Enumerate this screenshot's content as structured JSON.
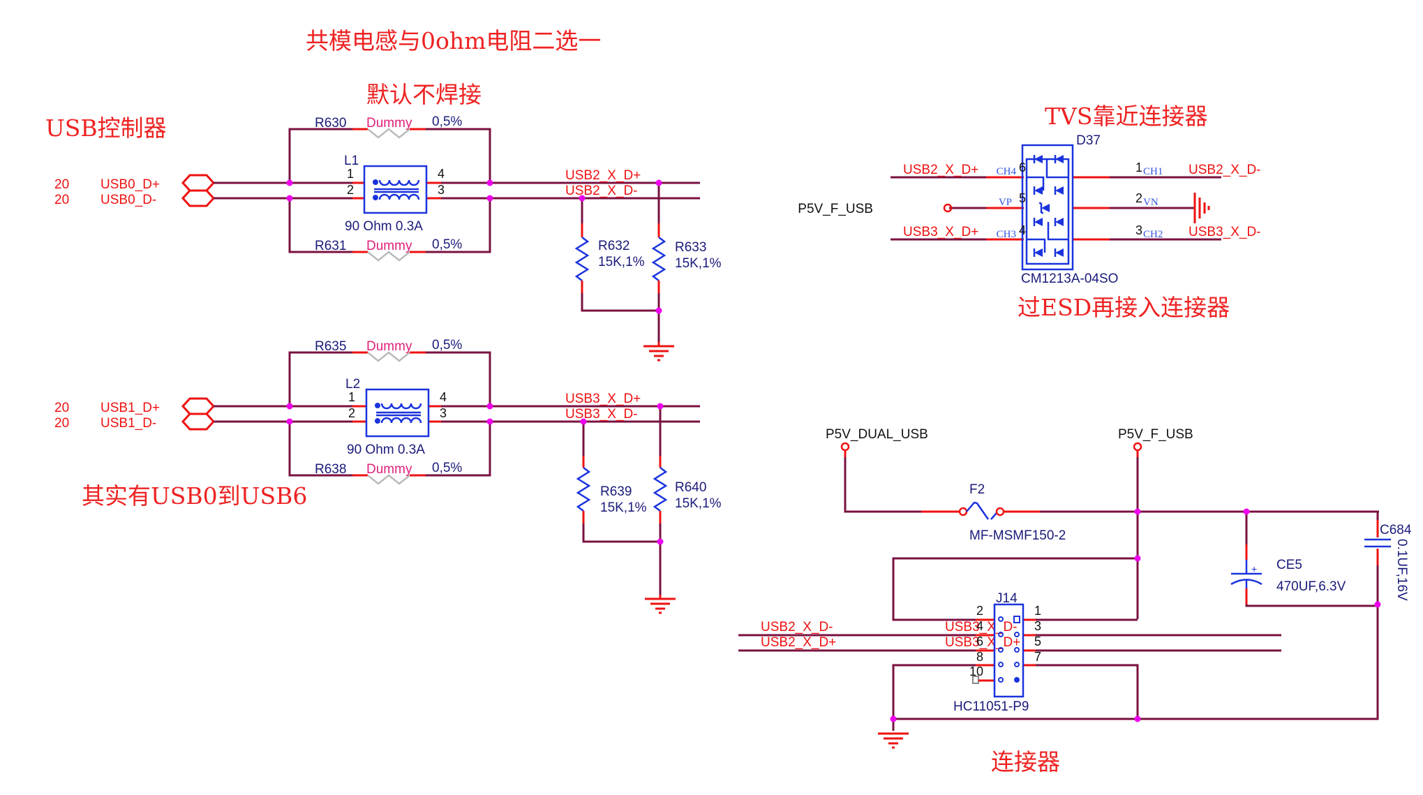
{
  "notes": {
    "cmc_or_0ohm": "共模电感与0ohm电阻二选一",
    "default_not_soldered": "默认不焊接",
    "usb_controller": "USB控制器",
    "actually_usb0_to_usb6": "其实有USB0到USB6",
    "tvs_near_connector": "TVS靠近连接器",
    "esd_before_connector": "过ESD再接入连接器",
    "connector": "连接器"
  },
  "channel0": {
    "ports": [
      {
        "sheet": "20",
        "net": "USB0_D+"
      },
      {
        "sheet": "20",
        "net": "USB0_D-"
      }
    ],
    "choke": {
      "ref": "L1",
      "value": "90 Ohm 0.3A",
      "pins": [
        "1",
        "2",
        "3",
        "4"
      ]
    },
    "bypass_top": {
      "ref": "R630",
      "value": "Dummy",
      "tol": "0,5%"
    },
    "bypass_bottom": {
      "ref": "R631",
      "value": "Dummy",
      "tol": "0,5%"
    },
    "out_nets": [
      "USB2_X_D+",
      "USB2_X_D-"
    ],
    "pulldowns": [
      {
        "ref": "R632",
        "value": "15K,1%"
      },
      {
        "ref": "R633",
        "value": "15K,1%"
      }
    ]
  },
  "channel1": {
    "ports": [
      {
        "sheet": "20",
        "net": "USB1_D+"
      },
      {
        "sheet": "20",
        "net": "USB1_D-"
      }
    ],
    "choke": {
      "ref": "L2",
      "value": "90 Ohm 0.3A",
      "pins": [
        "1",
        "2",
        "3",
        "4"
      ]
    },
    "bypass_top": {
      "ref": "R635",
      "value": "Dummy",
      "tol": "0,5%"
    },
    "bypass_bottom": {
      "ref": "R638",
      "value": "Dummy",
      "tol": "0,5%"
    },
    "out_nets": [
      "USB3_X_D+",
      "USB3_X_D-"
    ],
    "pulldowns": [
      {
        "ref": "R639",
        "value": "15K,1%"
      },
      {
        "ref": "R640",
        "value": "15K,1%"
      }
    ]
  },
  "tvs": {
    "ref": "D37",
    "part": "CM1213A-04SO",
    "left": [
      {
        "pin": "6",
        "name": "CH4",
        "net": "USB2_X_D+"
      },
      {
        "pin": "5",
        "name": "VP",
        "net": "P5V_F_USB"
      },
      {
        "pin": "4",
        "name": "CH3",
        "net": "USB3_X_D+"
      }
    ],
    "right": [
      {
        "pin": "1",
        "name": "CH1",
        "net": "USB2_X_D-"
      },
      {
        "pin": "2",
        "name": "VN",
        "net": "GND"
      },
      {
        "pin": "3",
        "name": "CH2",
        "net": "USB3_X_D-"
      }
    ]
  },
  "power": {
    "in_net": "P5V_DUAL_USB",
    "out_net": "P5V_F_USB",
    "fuse": {
      "ref": "F2",
      "part": "MF-MSMF150-2"
    },
    "bulk_cap": {
      "ref": "CE5",
      "value": "470UF,6.3V"
    },
    "decoupling_cap": {
      "ref": "C684",
      "value": "0.1UF,16V"
    }
  },
  "connector": {
    "ref": "J14",
    "part": "HC11051-P9",
    "left_pins": [
      "2",
      "4",
      "6",
      "8",
      "10"
    ],
    "right_pins": [
      "1",
      "3",
      "5",
      "7"
    ],
    "left_nets": [
      "USB2_X_D-",
      "USB2_X_D+"
    ],
    "right_nets": [
      "USB3_X_D-",
      "USB3_X_D+"
    ]
  }
}
